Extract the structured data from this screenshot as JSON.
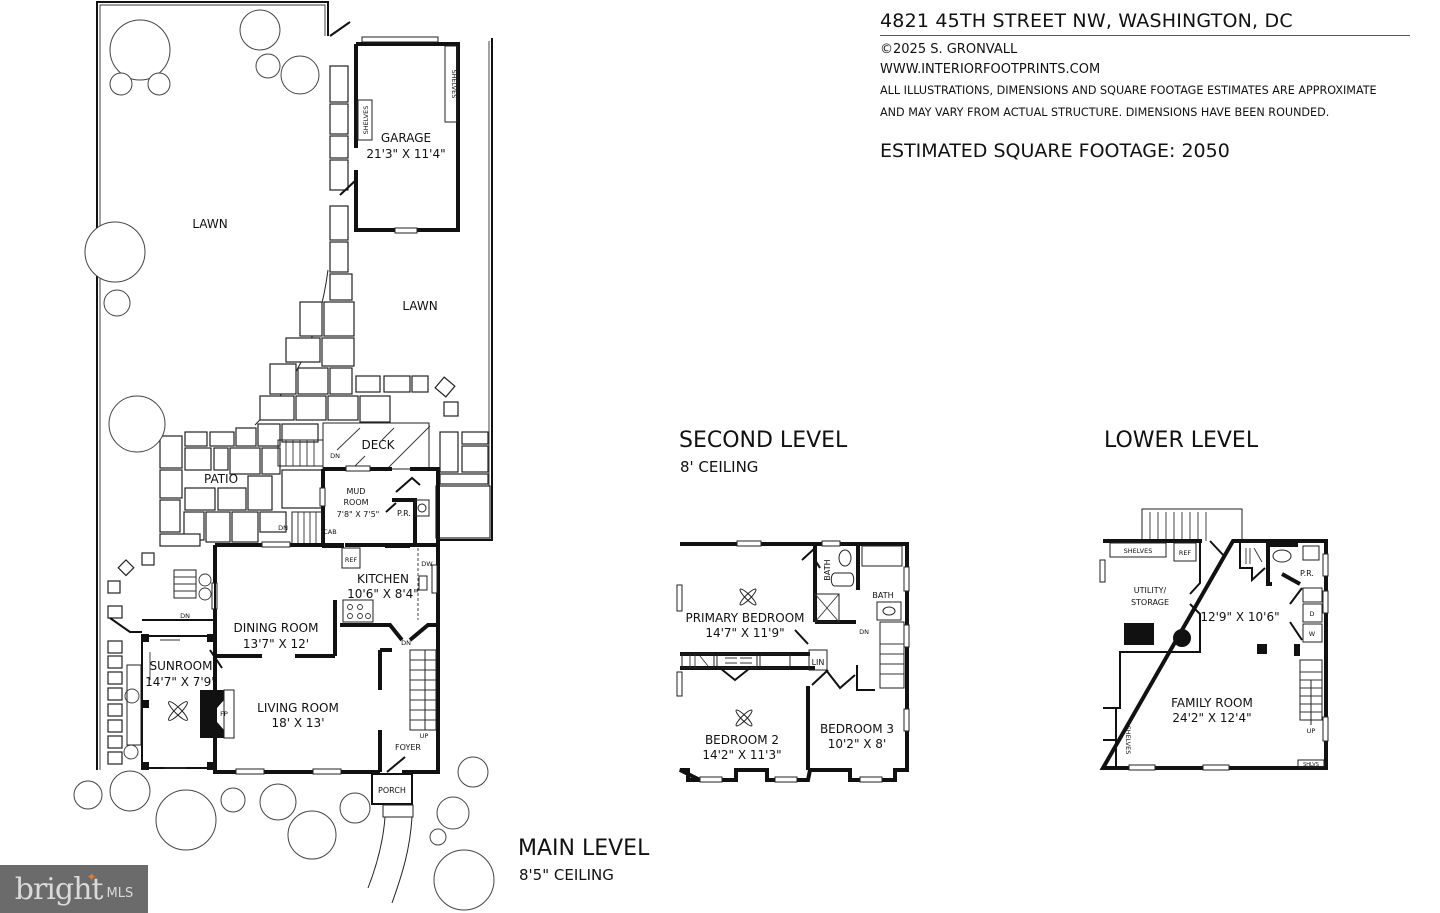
{
  "header": {
    "address": "4821 45TH STREET NW, WASHINGTON, DC",
    "copyright": "©2025 S. GRONVALL",
    "website": "WWW.INTERIORFOOTPRINTS.COM",
    "disclaimer_line1": "ALL ILLUSTRATIONS, DIMENSIONS AND SQUARE FOOTAGE ESTIMATES ARE APPROXIMATE",
    "disclaimer_line2": "AND MAY VARY FROM ACTUAL STRUCTURE. DIMENSIONS HAVE BEEN ROUNDED.",
    "square_footage": "ESTIMATED SQUARE FOOTAGE: 2050"
  },
  "levels": {
    "main": {
      "title": "MAIN LEVEL",
      "ceiling": "8'5\" CEILING"
    },
    "second": {
      "title": "SECOND LEVEL",
      "ceiling": "8' CEILING"
    },
    "lower": {
      "title": "LOWER LEVEL"
    }
  },
  "main_level": {
    "lawn_left": "LAWN",
    "lawn_right": "LAWN",
    "garage": {
      "name": "GARAGE",
      "dims": "21'3\" X 11'4\""
    },
    "shelves_a": "SHELVES",
    "shelves_b": "SHELVES",
    "deck": "DECK",
    "patio": "PATIO",
    "mud_room": {
      "name_1": "MUD",
      "name_2": "ROOM",
      "dims": "7'8\" X 7'5\""
    },
    "powder_room": "P.R.",
    "cab": "CAB",
    "ref": "REF",
    "dw": "DW",
    "kitchen": {
      "name": "KITCHEN",
      "dims": "10'6\" X 8'4\""
    },
    "dining_room": {
      "name": "DINING ROOM",
      "dims": "13'7\" X 12'"
    },
    "sunroom": {
      "name": "SUNROOM",
      "dims": "14'7\" X 7'9\""
    },
    "living_room": {
      "name": "LIVING ROOM",
      "dims": "18' X 13'"
    },
    "fireplace": "FP",
    "foyer": "FOYER",
    "porch": "PORCH",
    "dn_1": "DN",
    "dn_2": "DN",
    "dn_3": "DN",
    "dn_4": "DN",
    "up": "UP"
  },
  "second_level": {
    "primary_bedroom": {
      "name": "PRIMARY BEDROOM",
      "dims": "14'7\" X 11'9\""
    },
    "bath_1": "BATH",
    "bath_2": "BATH",
    "lin": "LIN",
    "dn": "DN",
    "bedroom_2": {
      "name": "BEDROOM 2",
      "dims": "14'2\" X 11'3\""
    },
    "bedroom_3": {
      "name": "BEDROOM 3",
      "dims": "10'2\" X 8'"
    }
  },
  "lower_level": {
    "shelves_top": "SHELVES",
    "ref": "REF",
    "utility": {
      "name_1": "UTILITY/",
      "name_2": "STORAGE"
    },
    "center_dims": "12'9\" X 10'6\"",
    "powder_room": "P.R.",
    "dryer": "D",
    "washer": "W",
    "family_room": {
      "name": "FAMILY ROOM",
      "dims": "24'2\" X 12'4\""
    },
    "shelves_left": "SHELVES",
    "shelves_corner": "SHLVS",
    "up": "UP"
  },
  "watermark": {
    "brand": "bright",
    "suffix": "MLS",
    "accent_color": "#e07a2e",
    "background": "#6b6b6b"
  }
}
